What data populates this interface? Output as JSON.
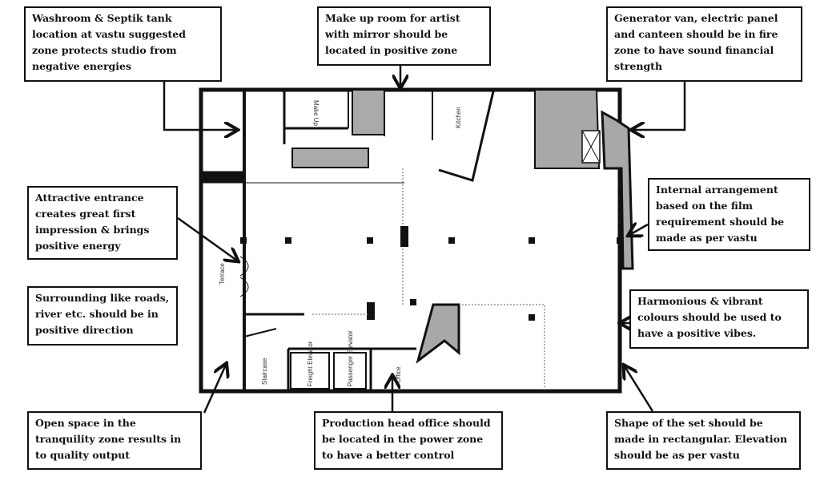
{
  "notes": {
    "washroom": "Washroom & Septik tank location at vastu suggested zone protects studio from negative energies",
    "makeup": "Make up room for artist with mirror should be located in positive zone",
    "generator": "Generator van, electric panel and canteen should be in fire zone to have sound financial strength",
    "entrance": "Attractive entrance creates great first impression & brings positive energy",
    "surrounding": "Surrounding like roads, river etc. should be in positive direction",
    "internal": "Internal arrangement based on the film requirement should be made as per vastu",
    "colours": "Harmonious & vibrant colours should be used to have a positive vibes.",
    "open_space": "Open space in the tranquility zone results in to quality output",
    "production": "Production head office should be located in the power zone to have a better control",
    "shape": "Shape of the set should be made in rectangular. Elevation should be as per vastu"
  },
  "rooms": {
    "makeup": "Make Up",
    "kitchen": "Kitchen",
    "terrace": "Terrace",
    "staircase": "Staircase",
    "freight": "Freight Elevator",
    "passenger": "Passenger Elevator",
    "office": "Office"
  }
}
